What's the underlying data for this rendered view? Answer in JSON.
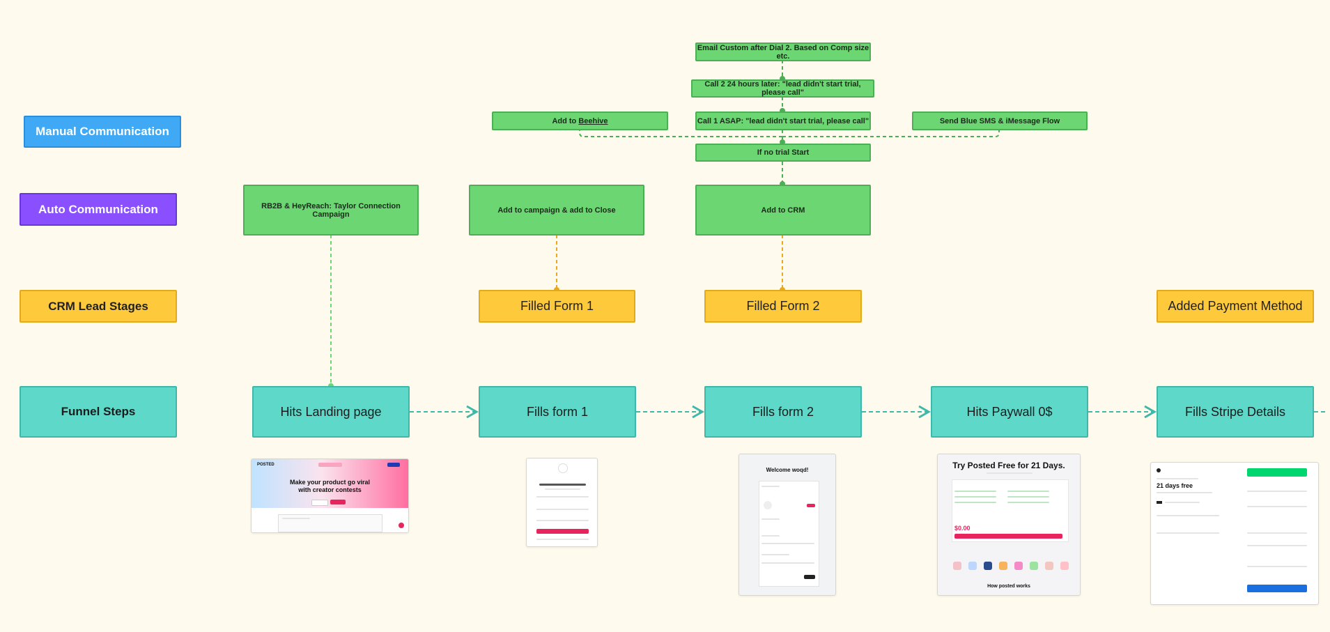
{
  "lanes": {
    "manual": "Manual Communication",
    "auto": "Auto Communication",
    "crm": "CRM Lead Stages",
    "funnel": "Funnel Steps"
  },
  "manual": {
    "email_custom": "Email Custom after Dial 2. Based on Comp size etc.",
    "call2": "Call 2 24 hours later: \"lead didn't start trial, please call\"",
    "call1": "Call 1 ASAP: \"lead didn't start trial, please call\"",
    "add_to_prefix": "Add to",
    "beehive": "Beehive",
    "blue_sms": "Send Blue SMS & iMessage Flow",
    "no_trial": "If no trial Start"
  },
  "auto": {
    "rb2b": "RB2B & HeyReach: Taylor Connection Campaign",
    "campaign": "Add to campaign & add to Close",
    "add_crm": "Add to CRM"
  },
  "crm": {
    "form1": "Filled Form 1",
    "form2": "Filled Form 2",
    "payment": "Added Payment Method"
  },
  "funnel": {
    "landing": "Hits Landing page",
    "form1": "Fills form 1",
    "form2": "Fills form 2",
    "paywall": "Hits Paywall 0$",
    "stripe": "Fills Stripe Details"
  },
  "thumbs": {
    "landing_logo": "POSTED",
    "landing_headline_1": "Make your product go viral",
    "landing_headline_2": "with creator contests",
    "form2_title": "Welcome woqd!",
    "paywall_title": "Try Posted Free for 21 Days.",
    "paywall_price": "$0.00",
    "paywall_footer": "How posted works",
    "stripe_title": "21 days free"
  },
  "colors": {
    "background": "#fefbee",
    "green_connector": "#4caf55",
    "yellow_connector": "#e9a91c",
    "teal_connector": "#3fb8a8"
  }
}
